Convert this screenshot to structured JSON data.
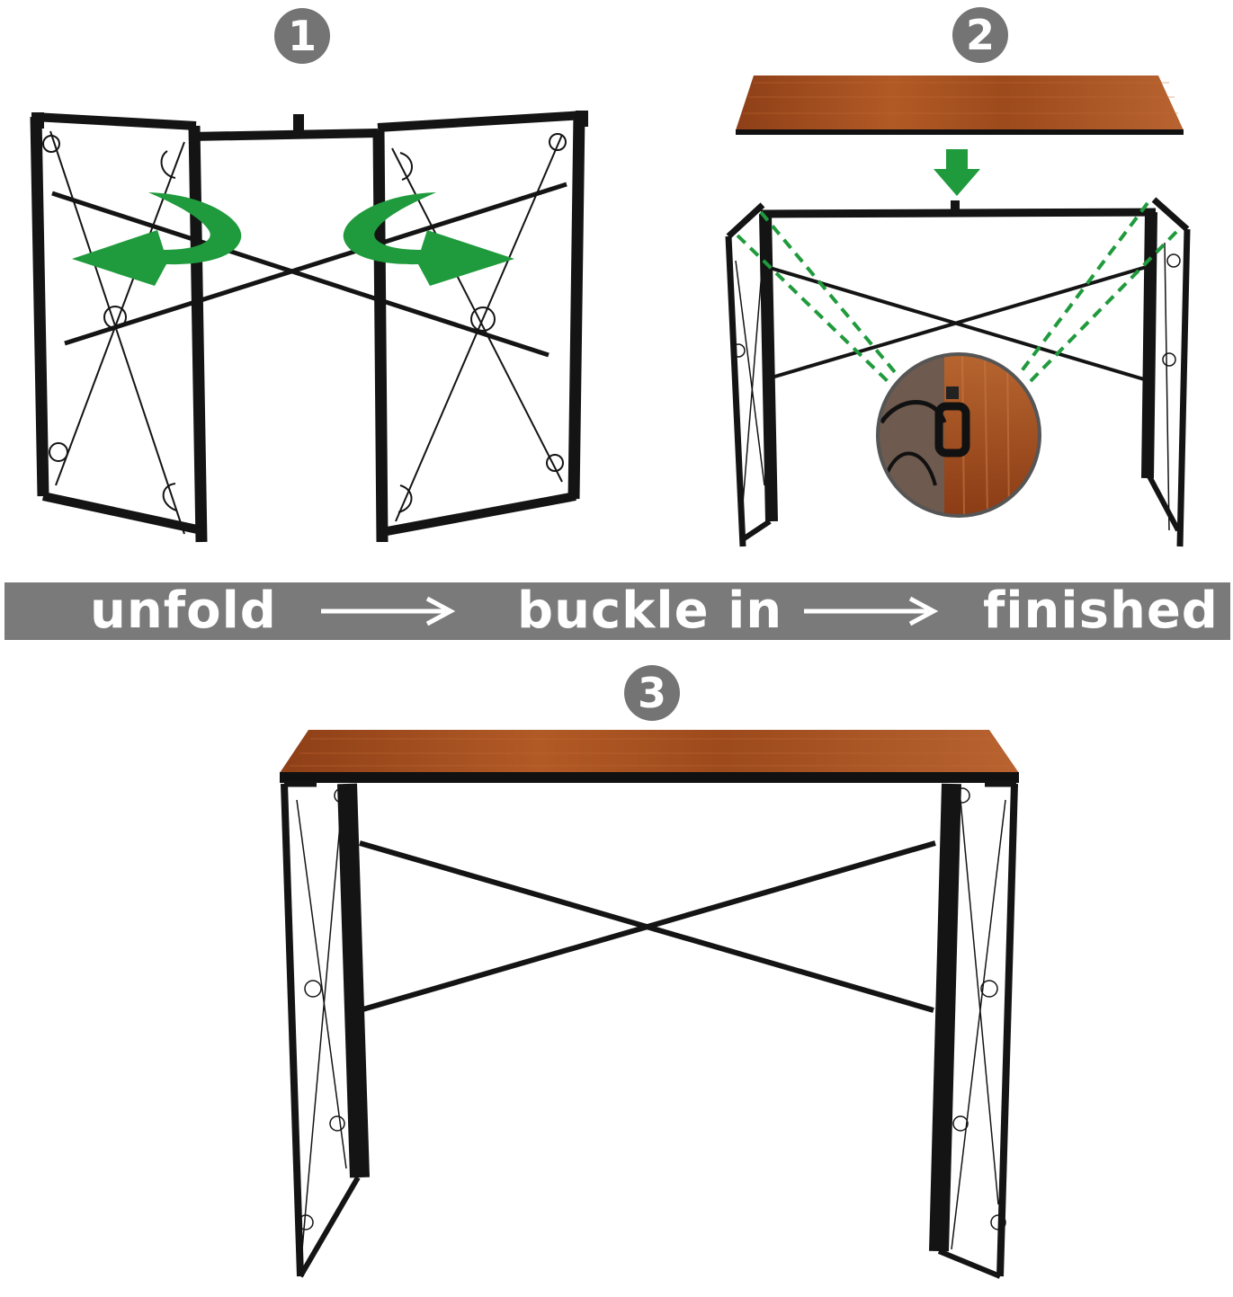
{
  "steps": {
    "step1_number": "1",
    "step2_number": "2",
    "step3_number": "3"
  },
  "banner": {
    "word1": "unfold",
    "word2": "buckle in",
    "word3": "finished"
  },
  "colors": {
    "frame": "#141414",
    "wood": "#a64e1f",
    "accent_green": "#1f9a3c",
    "banner_bg": "#7a7a7a",
    "badge_bg": "#747474"
  },
  "icons": [
    "rotate-arrow-left-icon",
    "rotate-arrow-right-icon",
    "down-arrow-icon",
    "right-arrow-icon"
  ]
}
